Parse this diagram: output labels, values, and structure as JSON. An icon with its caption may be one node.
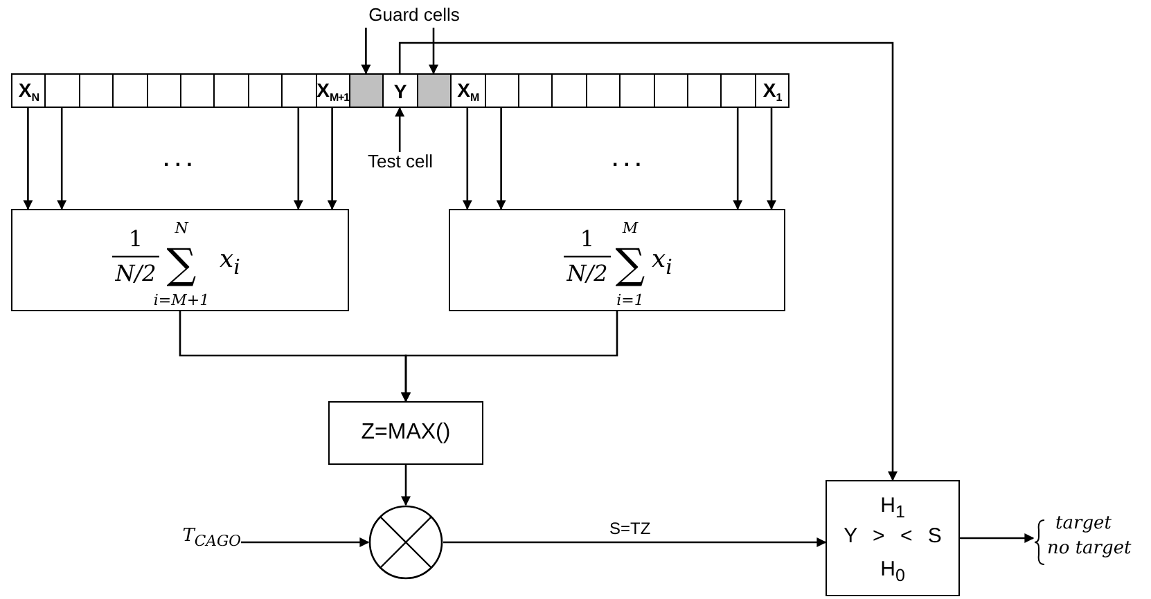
{
  "diagram": {
    "nodes": [
      {
        "text": [
          "X$_{N}$"
        ]
      },
      {
        "text": [],
        "shape": "box"
      },
      {
        "text": [],
        "shape": "box"
      },
      {
        "text": [],
        "shape": "box"
      },
      {
        "text": [],
        "shape": "box"
      },
      {
        "text": [],
        "shape": "box"
      },
      {
        "text": [],
        "shape": "box"
      },
      {
        "text": [],
        "shape": "box"
      },
      {
        "text": [],
        "shape": "box"
      },
      {
        "text": [
          "X$_{M+1}$"
        ]
      },
      {
        "text": [],
        "shape": "box"
      },
      {
        "text": [
          "Y"
        ]
      },
      {
        "text": [],
        "shape": "box"
      },
      {
        "text": [
          "X$_{M}$"
        ]
      },
      {
        "text": [],
        "shape": "box"
      },
      {
        "text": [],
        "shape": "box"
      },
      {
        "text": [],
        "shape": "box"
      },
      {
        "text": [],
        "shape": "box"
      },
      {
        "text": [],
        "shape": "box"
      },
      {
        "text": [],
        "shape": "box"
      },
      {
        "text": [],
        "shape": "box"
      },
      {
        "text": [],
        "shape": "box"
      },
      {
        "text": [
          "X$_{1}$"
        ]
      },
      {
        "text": [
          "Guard cells"
        ]
      },
      {
        "text": [
          "Test cell"
        ]
      },
      {
        "text": [
          "1",
          "N/2",
          "N",
          "∑",
          "i=M+1",
          "x$_{i}$"
        ]
      },
      {
        "text": [
          "1",
          "N/2",
          "M",
          "∑",
          "i=1",
          "x$_{i}$"
        ]
      },
      {
        "text": [
          "Z=MAX()"
        ]
      },
      {
        "text": [
          "T$_{CAGO}$"
        ]
      },
      {
        "text": [],
        "shape": "circle"
      },
      {
        "text": [
          "H$_{1}$",
          "Y > < S",
          "H$_{0}$"
        ]
      },
      {
        "text": [
          "target",
          "no target"
        ]
      }
    ],
    "edges": [
      {
        "from": 23,
        "to": 10,
        "arrow": "to"
      },
      {
        "from": 23,
        "to": 12,
        "arrow": "to"
      },
      {
        "from": 24,
        "to": 11,
        "arrow": "to"
      },
      {
        "from": 0,
        "to": 25,
        "arrow": "to"
      },
      {
        "from": 1,
        "to": 25,
        "arrow": "to"
      },
      {
        "from": 8,
        "to": 25,
        "arrow": "to"
      },
      {
        "from": 9,
        "to": 25,
        "arrow": "to"
      },
      {
        "from": 13,
        "to": 26,
        "arrow": "to"
      },
      {
        "from": 14,
        "to": 26,
        "arrow": "to"
      },
      {
        "from": 21,
        "to": 26,
        "arrow": "to"
      },
      {
        "from": 22,
        "to": 26,
        "arrow": "to"
      },
      {
        "from": 25,
        "to": 27,
        "arrow": "to"
      },
      {
        "from": 26,
        "to": 27,
        "arrow": "to"
      },
      {
        "from": 27,
        "to": 29,
        "arrow": "to"
      },
      {
        "from": 28,
        "to": 29,
        "arrow": "to"
      },
      {
        "from": 29,
        "to": 30,
        "arrow": "to",
        "label": "S=TZ"
      },
      {
        "from": 11,
        "to": 30,
        "arrow": "to"
      },
      {
        "from": 30,
        "to": 31,
        "arrow": "to"
      }
    ],
    "labels": [
      ". . .",
      ". . ."
    ]
  }
}
